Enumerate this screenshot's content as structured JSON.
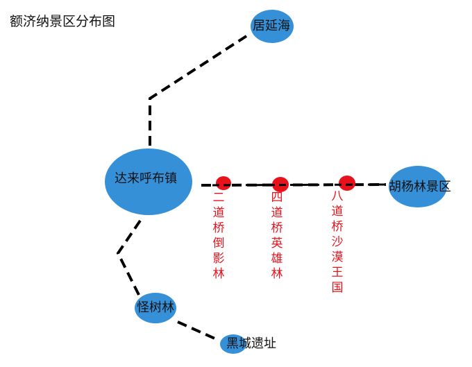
{
  "title": "额济纳景区分布图",
  "colors": {
    "node": "#3590d8",
    "route": "#000000",
    "spot": "#e8121c"
  },
  "nodes": {
    "juyanhai": "居延海",
    "dalaihubu": "达来呼布镇",
    "huyanglin": "胡杨林景区",
    "guaishulin": "怪树林",
    "heicheng": "黑城遗址"
  },
  "spots": [
    {
      "label": "二道桥倒影林"
    },
    {
      "label": "四道桥英雄林"
    },
    {
      "label": "八道桥沙漠王国"
    }
  ]
}
